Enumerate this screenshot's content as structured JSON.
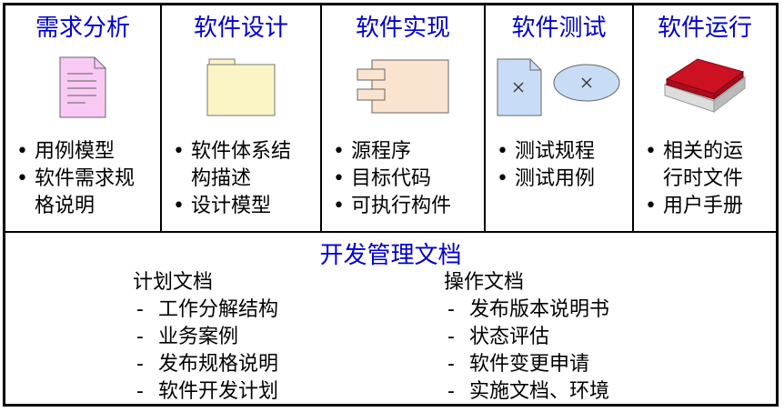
{
  "columns": [
    {
      "title": "需求分析",
      "icon": "document-icon",
      "items": [
        "用例模型",
        "软件需求规",
        "格说明"
      ],
      "bullets": [
        true,
        true,
        false
      ]
    },
    {
      "title": "软件设计",
      "icon": "folder-icon",
      "items": [
        "软件体系结",
        "构描述",
        "设计模型"
      ],
      "bullets": [
        true,
        false,
        true
      ]
    },
    {
      "title": "软件实现",
      "icon": "component-icon",
      "items": [
        "源程序",
        "目标代码",
        "可执行构件"
      ],
      "bullets": [
        true,
        true,
        true
      ]
    },
    {
      "title": "软件测试",
      "icon": "test-case-icon",
      "items": [
        "测试规程",
        "测试用例"
      ],
      "bullets": [
        true,
        true
      ]
    },
    {
      "title": "软件运行",
      "icon": "manual-book-icon",
      "items": [
        "相关的运",
        "行时文件",
        "用户手册"
      ],
      "bullets": [
        true,
        false,
        true
      ]
    }
  ],
  "management": {
    "title": "开发管理文档",
    "plan": {
      "title": "计划文档",
      "items": [
        "工作分解结构",
        "业务案例",
        "发布规格说明",
        "软件开发计划"
      ]
    },
    "operation": {
      "title": "操作文档",
      "items": [
        "发布版本说明书",
        "状态评估",
        "软件变更申请",
        "实施文档、环境"
      ]
    }
  },
  "colors": {
    "title": "#0000cc",
    "document": "#f9c9f5",
    "folder": "#fbf4c5",
    "component": "#fbe4cf",
    "test": "#c9dcf6",
    "book": "#cc1122"
  }
}
